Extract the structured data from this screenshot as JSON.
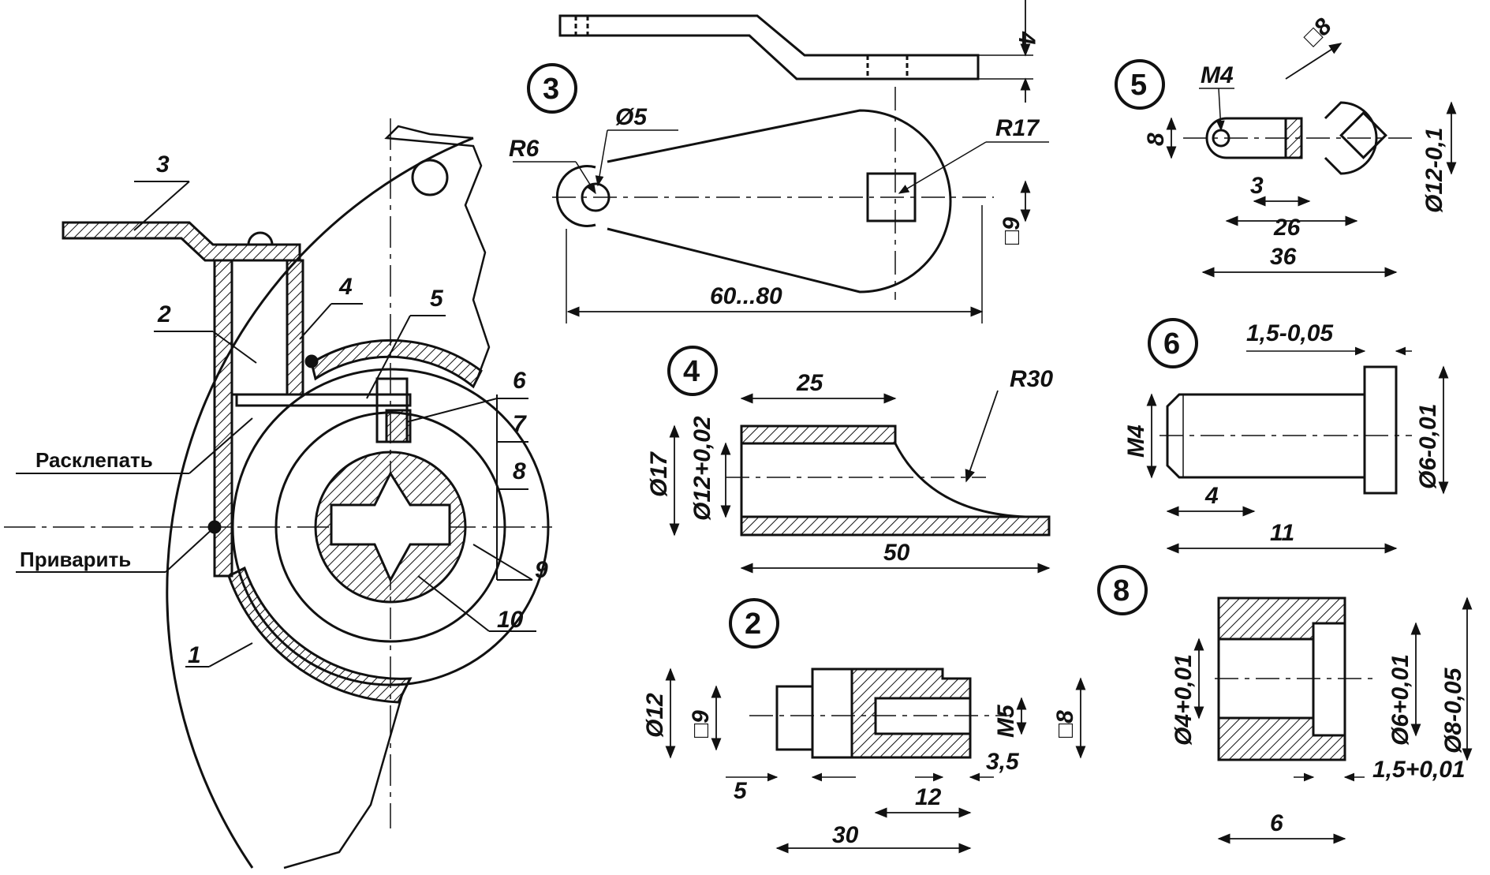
{
  "assembly": {
    "part_numbers": [
      "3",
      "2",
      "4",
      "5",
      "6",
      "7",
      "8",
      "9",
      "10",
      "1"
    ],
    "note_rivet": "Расклепать",
    "note_weld": "Приварить"
  },
  "details": {
    "part3": {
      "id": "3",
      "dims": [
        "4",
        "Ø5",
        "R6",
        "R17",
        "□9",
        "60...80"
      ]
    },
    "part5": {
      "id": "5",
      "dims": [
        "□8",
        "M4",
        "8",
        "Ø12-0,1",
        "3",
        "26",
        "36"
      ]
    },
    "part4": {
      "id": "4",
      "dims": [
        "25",
        "R30",
        "Ø17",
        "Ø12+0,02",
        "50"
      ]
    },
    "part6": {
      "id": "6",
      "dims": [
        "1,5-0,05",
        "M4",
        "Ø6-0,01",
        "4",
        "11"
      ]
    },
    "part2": {
      "id": "2",
      "dims": [
        "Ø12",
        "□9",
        "M5",
        "□8",
        "5",
        "30",
        "12",
        "3,5"
      ]
    },
    "part8": {
      "id": "8",
      "dims": [
        "Ø4+0,01",
        "Ø6+0,01",
        "Ø8-0,05",
        "1,5+0,01",
        "6"
      ]
    }
  }
}
